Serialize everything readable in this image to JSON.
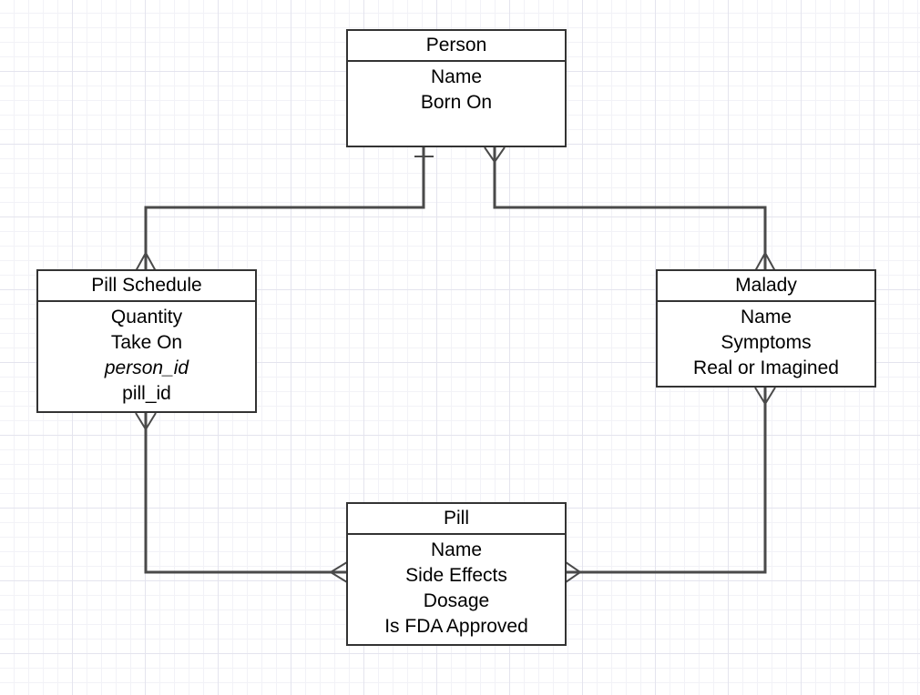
{
  "entities": {
    "person": {
      "name": "Person",
      "attributes": [
        "Name",
        "Born On"
      ]
    },
    "pill_schedule": {
      "name": "Pill Schedule",
      "attributes": [
        "Quantity",
        "Take On",
        "person_id",
        "pill_id"
      ]
    },
    "malady": {
      "name": "Malady",
      "attributes": [
        "Name",
        "Symptoms",
        "Real or Imagined"
      ]
    },
    "pill": {
      "name": "Pill",
      "attributes": [
        "Name",
        "Side Effects",
        "Dosage",
        "Is FDA Approved"
      ]
    }
  },
  "relationships": [
    {
      "from": "person",
      "from_cardinality": "one",
      "to": "pill_schedule",
      "to_cardinality": "many"
    },
    {
      "from": "person",
      "from_cardinality": "many",
      "to": "malady",
      "to_cardinality": "many"
    },
    {
      "from": "pill_schedule",
      "from_cardinality": "many",
      "to": "pill",
      "to_cardinality": "many"
    },
    {
      "from": "malady",
      "from_cardinality": "many",
      "to": "pill",
      "to_cardinality": "many"
    }
  ],
  "colors": {
    "line": "#4a4a4a",
    "border": "#333333",
    "background": "#ffffff",
    "grid": "#e4e4ee"
  }
}
